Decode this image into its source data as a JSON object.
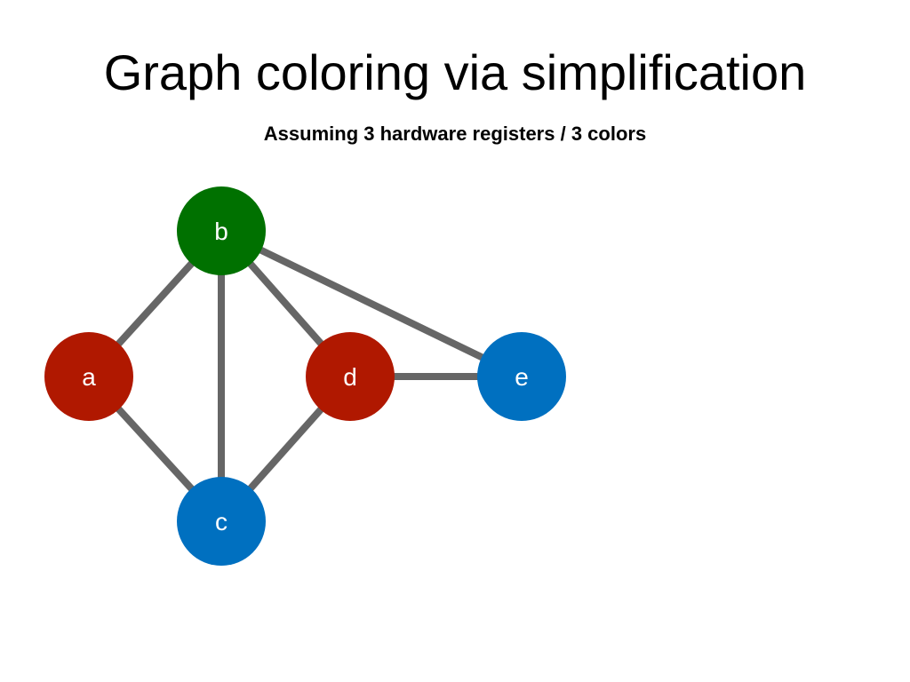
{
  "slide": {
    "title": "Graph coloring via simplification",
    "subtitle": "Assuming 3 hardware registers / 3 colors"
  },
  "graph": {
    "edge_color": "#666666",
    "label_color": "#ffffff",
    "nodes": [
      {
        "id": "b",
        "label": "b",
        "color": "#007100"
      },
      {
        "id": "a",
        "label": "a",
        "color": "#b01800"
      },
      {
        "id": "d",
        "label": "d",
        "color": "#b01800"
      },
      {
        "id": "e",
        "label": "e",
        "color": "#0070c0"
      },
      {
        "id": "c",
        "label": "c",
        "color": "#0070c0"
      }
    ],
    "edges": [
      {
        "from": "b",
        "to": "a"
      },
      {
        "from": "b",
        "to": "c"
      },
      {
        "from": "b",
        "to": "d"
      },
      {
        "from": "b",
        "to": "e"
      },
      {
        "from": "a",
        "to": "c"
      },
      {
        "from": "d",
        "to": "c"
      },
      {
        "from": "d",
        "to": "e"
      }
    ]
  }
}
